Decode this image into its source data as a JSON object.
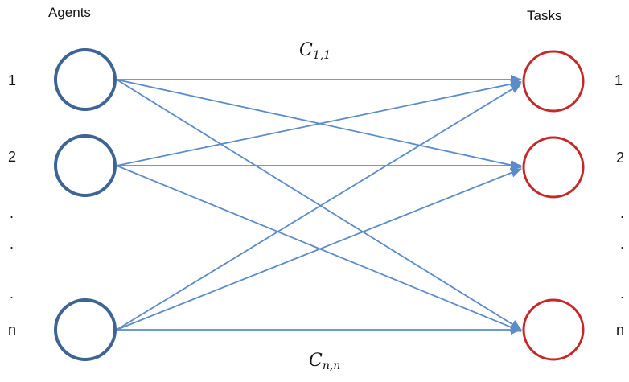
{
  "headers": {
    "agents": "Agents",
    "tasks": "Tasks"
  },
  "left_labels": {
    "first": "1",
    "second": "2",
    "dots": [
      ".",
      ".",
      "."
    ],
    "last": "n"
  },
  "right_labels": {
    "first": "1",
    "second": "2",
    "dots": [
      ".",
      ".",
      "."
    ],
    "last": "n"
  },
  "cost_top": {
    "base": "C",
    "sub": "1,1"
  },
  "cost_bottom": {
    "base": "C",
    "sub": "n,n"
  },
  "colors": {
    "agent": "#3d6494",
    "task": "#c62828",
    "edge": "#5b8bc9"
  }
}
